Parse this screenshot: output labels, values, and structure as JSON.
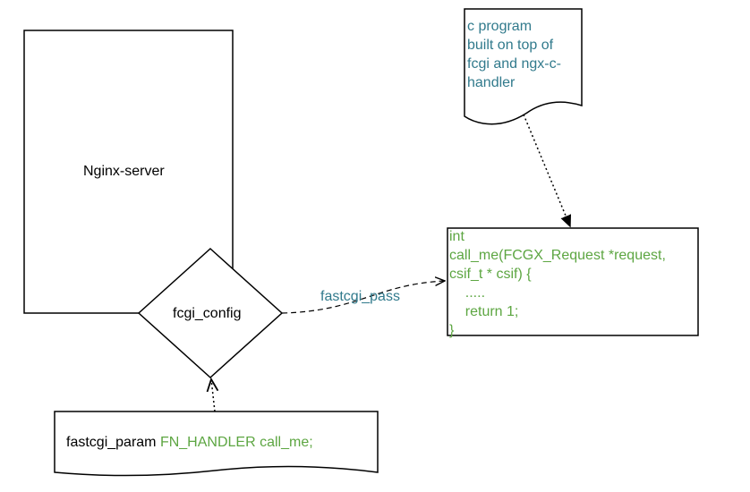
{
  "nodes": {
    "nginx_server": {
      "label": "Nginx-server"
    },
    "fcgi_config": {
      "label": "fcgi_config"
    },
    "c_program_note": {
      "lines": [
        "c program",
        "built on top of",
        "fcgi and ngx-c-",
        "handler"
      ]
    },
    "code_box": {
      "lines": [
        "int",
        "call_me(FCGX_Request *request,",
        "csif_t * csif) {",
        "    .....",
        "    return 1;",
        "}"
      ]
    },
    "fastcgi_param_note": {
      "keyword": "fastcgi_param",
      "args": "FN_HANDLER call_me;"
    }
  },
  "edges": {
    "fastcgi_pass": {
      "label": "fastcgi_pass"
    }
  },
  "colors": {
    "stroke": "#000000",
    "teal_text": "#317a8c",
    "green_text": "#5da642"
  }
}
